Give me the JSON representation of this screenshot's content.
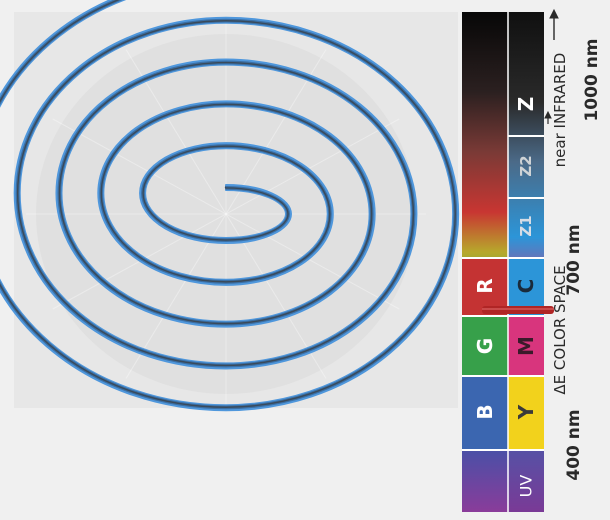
{
  "spiral": {
    "colors": {
      "light": "#4f97dc",
      "dark": "#3b6fa4",
      "shadow": "#3a4a5a"
    },
    "band_count": 5
  },
  "bands": {
    "primary": [
      {
        "label": "B",
        "color": "#3b66b0"
      },
      {
        "label": "G",
        "color": "#37a04a"
      },
      {
        "label": "R",
        "color": "#c43333"
      }
    ],
    "secondary": [
      {
        "label": "Y",
        "color": "#f2d21c",
        "label_color": "#3a3a3a"
      },
      {
        "label": "M",
        "color": "#d8357d"
      },
      {
        "label": "C",
        "color": "#2c95d8"
      },
      {
        "label": "Z1",
        "color": "#4f7190"
      },
      {
        "label": "Z2",
        "color": "#3a3a3a"
      },
      {
        "label": "Z",
        "color": "#1a1a1a"
      }
    ],
    "uv_label": "UV",
    "uv_color": "#6c3a8a"
  },
  "axis": {
    "start_label": "400 nm",
    "end_visible_label": "700 nm",
    "far_label": "1000 nm",
    "space_label": "ΔE COLOR SPACE",
    "infrared_label": "near INFRARED"
  },
  "marker": {
    "color": "#b02525"
  }
}
